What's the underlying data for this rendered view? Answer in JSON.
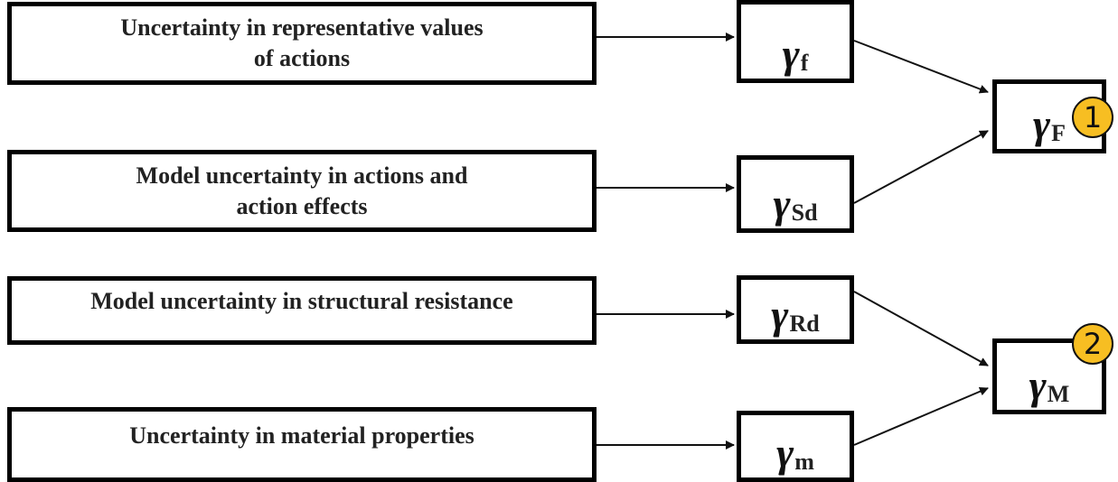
{
  "uncertainties": [
    {
      "lines": [
        "Uncertainty in representative values",
        "of actions"
      ]
    },
    {
      "lines": [
        "Model uncertainty in actions and",
        "action effects"
      ]
    },
    {
      "lines": [
        "Model uncertainty in structural resistance"
      ]
    },
    {
      "lines": [
        "Uncertainty in material properties"
      ]
    }
  ],
  "factors": [
    {
      "symbol": "γ",
      "subscript": "f"
    },
    {
      "symbol": "γ",
      "subscript": "Sd"
    },
    {
      "symbol": "γ",
      "subscript": "Rd"
    },
    {
      "symbol": "γ",
      "subscript": "m"
    }
  ],
  "combined": [
    {
      "symbol": "γ",
      "subscript": "F",
      "badge": "1"
    },
    {
      "symbol": "γ",
      "subscript": "M",
      "badge": "2"
    }
  ]
}
